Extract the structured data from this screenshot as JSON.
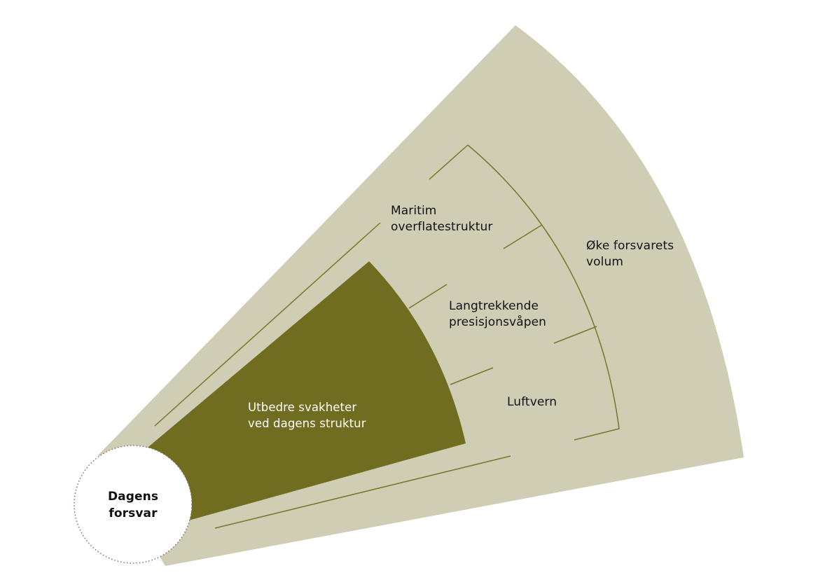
{
  "colors": {
    "outer_fan": "#CFCDB4",
    "inner_wedge": "#706D21",
    "bracket_line": "#7A762A",
    "circle_fill": "#FFFFFF",
    "circle_border": "#8A6A6A",
    "text_dark": "#111111",
    "text_light": "#FFFFFF"
  },
  "center": {
    "line1": "Dagens",
    "line2": "forsvar"
  },
  "inner": {
    "line1": "Utbedre svakheter",
    "line2": "ved dagens struktur"
  },
  "sub_items": [
    {
      "line1": "Maritim",
      "line2": "overflatestruktur"
    },
    {
      "line1": "Langtrekkende",
      "line2": "presisjonsvåpen"
    },
    {
      "line1": "Luftvern",
      "line2": ""
    }
  ],
  "outer": {
    "line1": "Øke forsvarets",
    "line2": "volum"
  }
}
